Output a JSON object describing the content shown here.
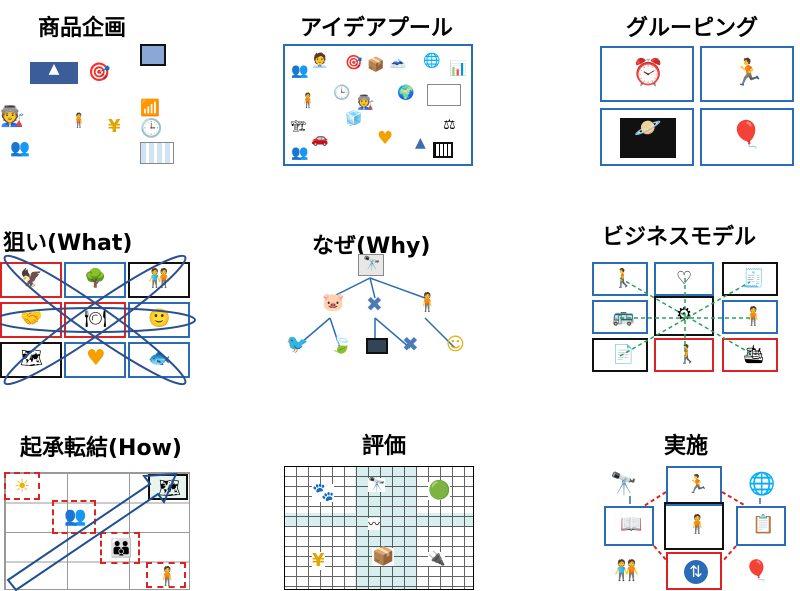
{
  "panels": {
    "product_planning": {
      "title": "商品企画"
    },
    "idea_pool": {
      "title": "アイデアプール"
    },
    "grouping": {
      "title": "グルーピング"
    },
    "aim": {
      "title": "狙い(What)"
    },
    "why": {
      "title": "なぜ(Why)"
    },
    "business_model": {
      "title": "ビジネスモデル"
    },
    "structure": {
      "title": "起承転結(How)"
    },
    "evaluation": {
      "title": "評価"
    },
    "execution": {
      "title": "実施"
    }
  },
  "colors": {
    "blue": "#2a6cb5",
    "red": "#dd2222",
    "black": "#111111",
    "teal": "#7fc3c0"
  },
  "icons": {
    "mountain": "🗻",
    "target": "🎯",
    "box": "📦",
    "worker": "🧑‍🏭",
    "yen": "¥",
    "clock": "🕒",
    "chart": "📊",
    "people": "👥",
    "car": "🚗",
    "heart": "♥",
    "globe": "🌐",
    "alarm": "⏰",
    "runner": "🏃",
    "solar": "🪐",
    "balloons": "🎈",
    "bird": "🦅",
    "tree": "🌳",
    "fish": "🐟",
    "telescope": "🔭",
    "book": "📖",
    "clipboard": "📋",
    "signpost": "⛖",
    "sun": "☀"
  }
}
